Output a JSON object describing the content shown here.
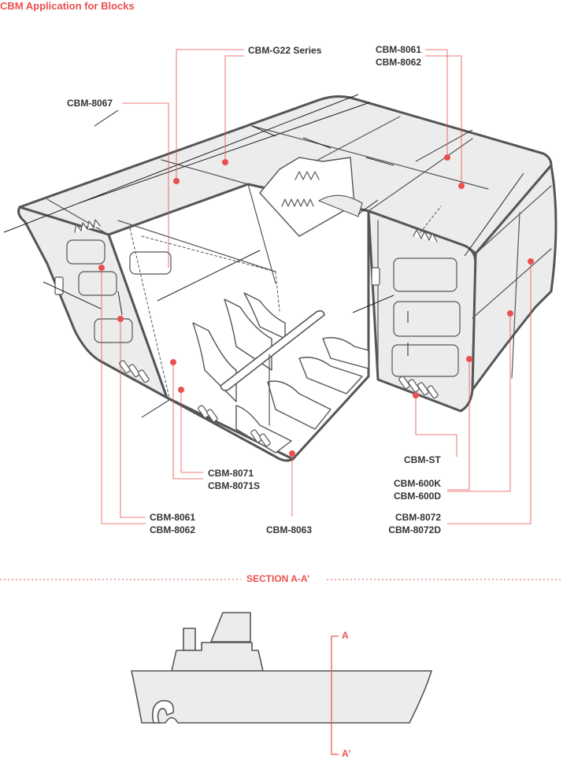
{
  "title": "CBM Application for Blocks",
  "labels": {
    "g22": "CBM-G22 Series",
    "top_right_1": "CBM-8061",
    "top_right_2": "CBM-8062",
    "top_left": "CBM-8067",
    "st": "CBM-ST",
    "k600_1": "CBM-600K",
    "k600_2": "CBM-600D",
    "n8071_1": "CBM-8071",
    "n8071_2": "CBM-8071S",
    "bot_left_1": "CBM-8061",
    "bot_left_2": "CBM-8062",
    "n8063": "CBM-8063",
    "n8072_1": "CBM-8072",
    "n8072_2": "CBM-8072D"
  },
  "section": {
    "title": "SECTION A-A’",
    "mark_top": "A",
    "mark_bottom": "A’"
  },
  "colors": {
    "accent": "#e9504f",
    "outline": "#555555",
    "fill": "#ececec",
    "text": "#333333"
  }
}
